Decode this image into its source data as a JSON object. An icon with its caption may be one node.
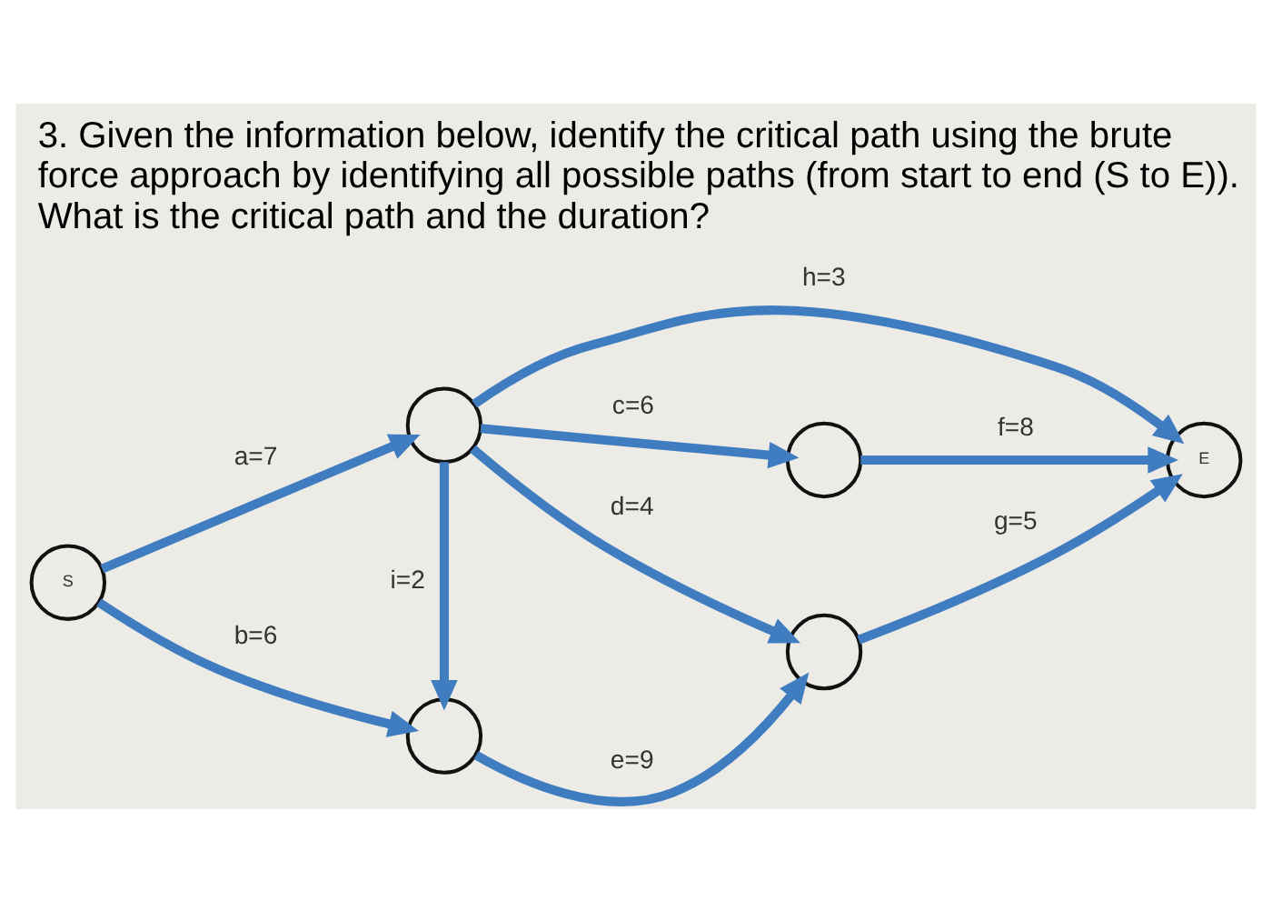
{
  "diagram": {
    "title": "3. Given the information below, identify the critical path using the brute force approach by identifying all possible paths (from start to end (S to E)). What is the critical path and the duration?",
    "nodes": [
      {
        "text": [
          "S"
        ]
      },
      {
        "text": [],
        "shape": "circle"
      },
      {
        "text": [],
        "shape": "circle"
      },
      {
        "text": [],
        "shape": "circle"
      },
      {
        "text": [],
        "shape": "circle"
      },
      {
        "text": [
          "E"
        ]
      }
    ],
    "edges": [
      {
        "from": 0,
        "to": 1,
        "arrow": "to",
        "label": "a=7"
      },
      {
        "from": 0,
        "to": 2,
        "arrow": "to",
        "label": "b=6"
      },
      {
        "from": 1,
        "to": 3,
        "arrow": "to",
        "label": "c=6"
      },
      {
        "from": 1,
        "to": 4,
        "arrow": "to",
        "label": "d=4"
      },
      {
        "from": 2,
        "to": 4,
        "arrow": "to",
        "label": "e=9"
      },
      {
        "from": 3,
        "to": 5,
        "arrow": "to",
        "label": "f=8"
      },
      {
        "from": 4,
        "to": 5,
        "arrow": "to",
        "label": "g=5"
      },
      {
        "from": 1,
        "to": 5,
        "arrow": "to",
        "label": "h=3"
      },
      {
        "from": 1,
        "to": 2,
        "arrow": "to",
        "label": "i=2"
      }
    ]
  }
}
